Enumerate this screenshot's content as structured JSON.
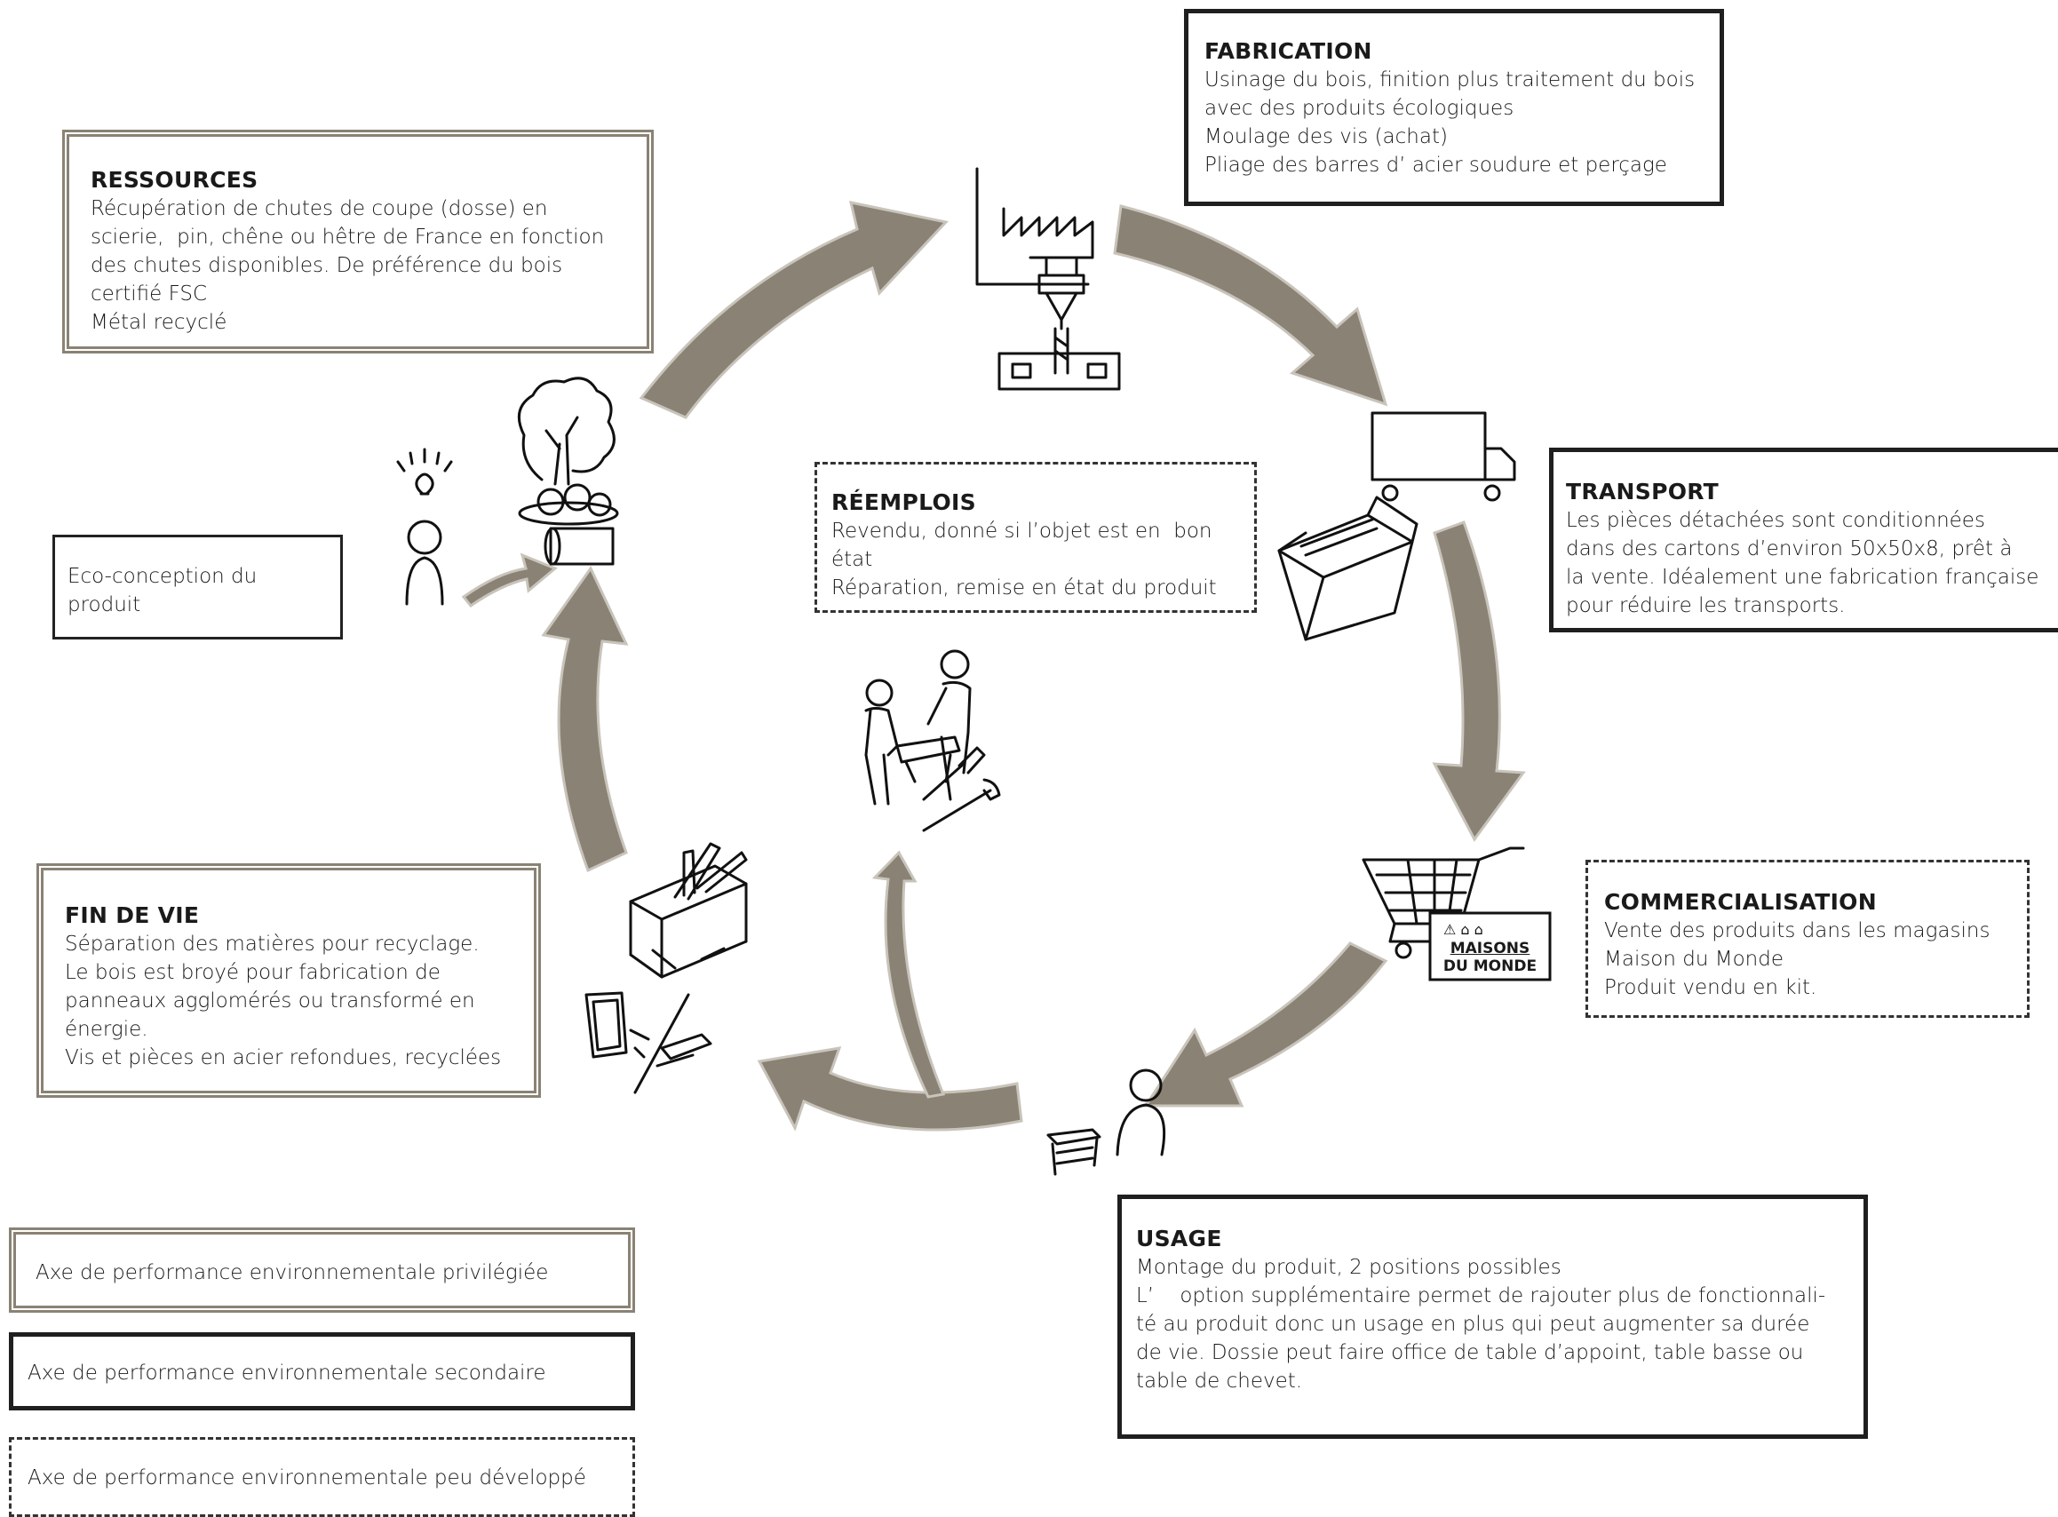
{
  "palette": {
    "arrow_fill": "#8a8274",
    "arrow_edge": "#ffffff",
    "ink": "#111111"
  },
  "ressources": {
    "title": "RESSOURCES",
    "lines": [
      "Récupération de chutes de coupe (dosse) en",
      "scierie,  pin, chêne ou hêtre de France en fonction",
      "des chutes disponibles. De préférence du bois",
      "certifié FSC",
      "Métal recyclé"
    ]
  },
  "fabrication": {
    "title": "FABRICATION",
    "lines": [
      "Usinage du bois, finition plus traitement du bois",
      "avec des produits écologiques",
      "Moulage des vis (achat)",
      "Pliage des barres d’ acier soudure et perçage"
    ]
  },
  "transport": {
    "title": "TRANSPORT",
    "lines": [
      "Les pièces détachées sont conditionnées",
      "dans des cartons d’environ 50x50x8, prêt à",
      "la vente. Idéalement une fabrication française",
      "pour réduire les transports."
    ]
  },
  "commercialisation": {
    "title": "COMMERCIALISATION",
    "lines": [
      "Vente des produits dans les magasins",
      "Maison du Monde",
      "Produit vendu en kit."
    ],
    "shop_sign": [
      "MAISONS",
      "DU MONDE"
    ]
  },
  "usage": {
    "title": "USAGE",
    "lines": [
      "Montage du produit, 2 positions possibles",
      "L’    option supplémentaire permet de rajouter plus de fonctionnali-",
      "té au produit donc un usage en plus qui peut augmenter sa durée",
      "de vie. Dossie peut faire office de table d’appoint, table basse ou",
      "table de chevet."
    ]
  },
  "fin_de_vie": {
    "title": "FIN DE VIE",
    "lines": [
      "Séparation des matières pour recyclage.",
      "Le bois est broyé pour fabrication de",
      "panneaux agglomérés ou transformé en",
      "énergie.",
      "Vis et pièces en acier refondues, recyclées"
    ]
  },
  "reemplois": {
    "title": "RÉEMPLOIS",
    "lines": [
      "Revendu, donné si l’objet est en  bon",
      "état",
      "Réparation, remise en état du produit"
    ]
  },
  "eco": {
    "lines": [
      "Eco-conception du",
      "produit"
    ]
  },
  "legend": {
    "privileged": "Axe de performance environnementale privilégiée",
    "secondary": "Axe de performance environnementale secondaire",
    "minor": "Axe de performance environnementale peu développé"
  }
}
